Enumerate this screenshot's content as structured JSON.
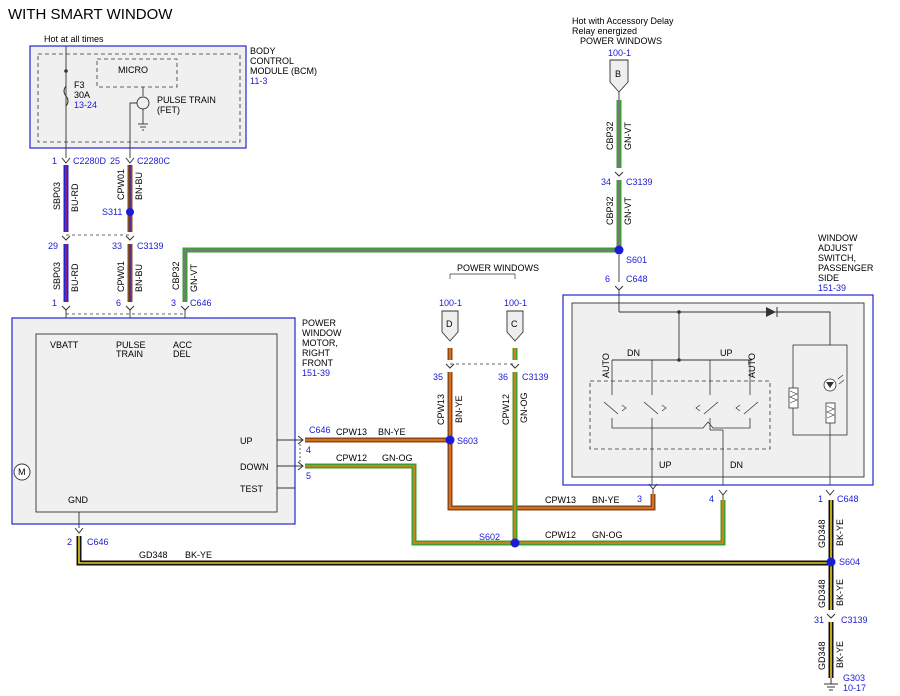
{
  "title": "WITH SMART WINDOW",
  "colors": {
    "blue": "#2424d6",
    "brown": "#8b4a1c",
    "orange": "#f07a1a",
    "green": "#3aa030",
    "violet": "#b050c8",
    "black": "#111111",
    "yellow": "#e8d020",
    "red": "#e0202a",
    "link": "#1a1ad8"
  },
  "labels": {
    "hot_at_all_times": "Hot at all times",
    "bcm": [
      "BODY",
      "CONTROL",
      "MODULE (BCM)"
    ],
    "bcm_ref": "11-3",
    "micro": "MICRO",
    "f3": "F3",
    "f3_amp": "30A",
    "f3_ref": "13-24",
    "pulse_train_fet": [
      "PULSE TRAIN",
      "(FET)"
    ],
    "hot_accessory": [
      "Hot with Accessory Delay",
      "Relay energized",
      "POWER WINDOWS"
    ],
    "pw_ref_top": "100-1",
    "connector_b": "B",
    "power_windows": "POWER WINDOWS",
    "pw_ref_d": "100-1",
    "pw_ref_c": "100-1",
    "connector_d": "D",
    "connector_c": "C",
    "motor": [
      "POWER",
      "WINDOW",
      "MOTOR,",
      "RIGHT",
      "FRONT"
    ],
    "motor_ref": "151-39",
    "vbatt": "VBATT",
    "pulse_train": [
      "PULSE",
      "TRAIN"
    ],
    "acc_del": [
      "ACC",
      "DEL"
    ],
    "up": "UP",
    "down": "DOWN",
    "test": "TEST",
    "gnd": "GND",
    "motor_symbol": "M",
    "switch": [
      "WINDOW",
      "ADJUST",
      "SWITCH,",
      "PASSENGER",
      "SIDE"
    ],
    "switch_ref": "151-39",
    "sw_dn": "DN",
    "sw_up": "UP",
    "sw_auto": "AUTO",
    "sw_auto2": "AUTO",
    "sw_bottom_up": "UP",
    "sw_bottom_dn": "DN",
    "ground_ref": "G303",
    "ground_page": "10-17"
  },
  "connectors": {
    "c2280d": "C2280D",
    "c2280d_pin": "1",
    "c2280c": "C2280C",
    "c2280c_pin": "25",
    "s311": "S311",
    "c3139_pin29": "29",
    "c3139_pin33": "33",
    "c3139_left": "C3139",
    "c646_pin1": "1",
    "c646_pin6": "6",
    "c646_pin3": "3",
    "c646_top": "C646",
    "c3139_pin34": "34",
    "c3139_top": "C3139",
    "s601": "S601",
    "c648_pin6": "6",
    "c648_top": "C648",
    "c3139_pin35": "35",
    "c3139_pin36": "36",
    "c3139_mid": "C3139",
    "c646_up": "C646",
    "c646_pin4": "4",
    "c646_pin5": "5",
    "s603": "S603",
    "s602": "S602",
    "c646_gnd": "C646",
    "c646_pin2": "2",
    "sw_pin3": "3",
    "sw_pin4": "4",
    "c648_pin1": "1",
    "c648_bot": "C648",
    "s604": "S604",
    "c3139_pin31": "31",
    "c3139_bot": "C3139"
  },
  "wires": {
    "sbp03_a": "SBP03",
    "burd_a": "BU-RD",
    "cpw01_a": "CPW01",
    "bnbu_a": "BN-BU",
    "sbp03_b": "SBP03",
    "burd_b": "BU-RD",
    "cpw01_b": "CPW01",
    "bnbu_b": "BN-BU",
    "cbp32_a": "CBP32",
    "gnvt_a": "GN-VT",
    "cbp32_b": "CBP32",
    "gnvt_b": "GN-VT",
    "cbp32_c": "CBP32",
    "gnvt_c": "GN-VT",
    "cpw13_a": "CPW13",
    "bnye_a": "BN-YE",
    "cpw12_a": "CPW12",
    "gnog_a": "GN-OG",
    "cpw13_v": "CPW13",
    "bnye_v": "BN-YE",
    "cpw12_v": "CPW12",
    "gnog_v": "GN-OG",
    "cpw13_b": "CPW13",
    "bnye_b": "BN-YE",
    "cpw12_b": "CPW12",
    "gnog_b": "GN-OG",
    "gd348_a": "GD348",
    "bkye_a": "BK-YE",
    "gd348_b": "GD348",
    "bkye_b": "BK-YE",
    "gd348_c": "GD348",
    "bkye_c": "BK-YE",
    "gd348_d": "GD348",
    "bkye_d": "BK-YE"
  }
}
